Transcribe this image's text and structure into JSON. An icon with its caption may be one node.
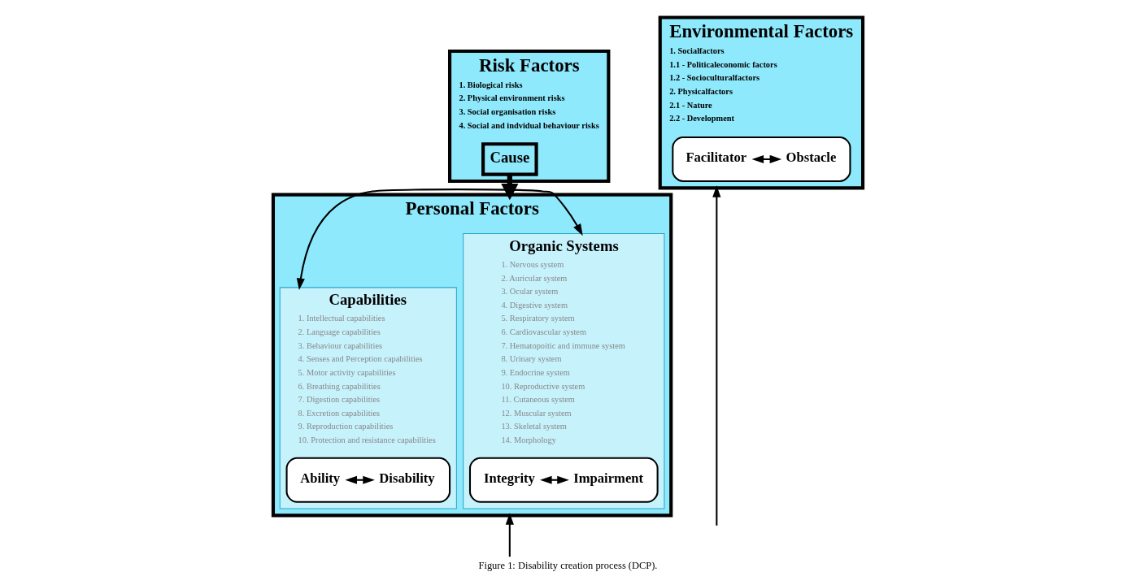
{
  "diagram": {
    "caption": "Figure 1: Disability creation process (DCP).",
    "nodes": [
      {
        "text": [
          "Risk Factors",
          "1. Biological risks",
          "2. Physical environment risks",
          "3. Social organisation risks",
          "4. Social and indvidual behaviour risks"
        ]
      },
      {
        "text": [
          "Cause"
        ],
        "in": 0
      },
      {
        "text": [
          "Personal Factors"
        ]
      },
      {
        "text": [
          "Organic Systems",
          "1. Nervous system",
          "2. Auricular system",
          "3. Ocular system",
          "4. Digestive system",
          "5. Respiratory system",
          "6. Cardiovascular system",
          "7. Hematopoitic and immune system",
          "8. Urinary system",
          "9. Endocrine system",
          "10. Reproductive system",
          "11. Cutaneous system",
          "12. Muscular system",
          "13. Skeletal system",
          "14. Morphology"
        ],
        "in": 2
      },
      {
        "text": [],
        "shape": "box",
        "in": 3
      },
      {
        "text": [
          "Integrity"
        ],
        "in": 4
      },
      {
        "text": [
          "Impairment"
        ],
        "in": 4
      },
      {
        "text": [
          "Capabilities",
          "1. Intellectual capabilities",
          "2. Language capabilities",
          "3. Behaviour capabilities",
          "4. Senses and Perception capabilities",
          "5. Motor activity capabilities",
          "6. Breathing capabilities",
          "7. Digestion capabilities",
          "8. Excretion capabilities",
          "9. Reproduction capabilities",
          "10. Protection and resistance capabilities"
        ],
        "in": 2
      },
      {
        "text": [],
        "shape": "box",
        "in": 7
      },
      {
        "text": [
          "Ability"
        ],
        "in": 8
      },
      {
        "text": [
          "Disability"
        ],
        "in": 8
      },
      {
        "text": [
          "Environmental Factors",
          "1. Socialfactors",
          "1.1 - Politicaleconomic factors",
          "1.2 - Socioculturalfactors",
          "2. Physicalfactors",
          "2.1 - Nature",
          "2.2 - Development"
        ]
      },
      {
        "text": [],
        "shape": "box",
        "in": 11
      },
      {
        "text": [
          "Facilitator"
        ],
        "in": 12
      },
      {
        "text": [
          "Obstacle"
        ],
        "in": 12
      }
    ],
    "edges": [
      {
        "from": 1,
        "to": 2,
        "arrow": "to",
        "style": "thick"
      },
      {
        "from": 3,
        "to": 7,
        "arrow": "both"
      },
      {
        "from": 5,
        "to": 6,
        "arrow": "both"
      },
      {
        "from": 9,
        "to": 10,
        "arrow": "both"
      },
      {
        "from": 13,
        "to": 14,
        "arrow": "both"
      },
      {
        "from": null,
        "to": 2,
        "arrow": "to"
      },
      {
        "from": null,
        "to": 11,
        "arrow": "to"
      }
    ]
  }
}
